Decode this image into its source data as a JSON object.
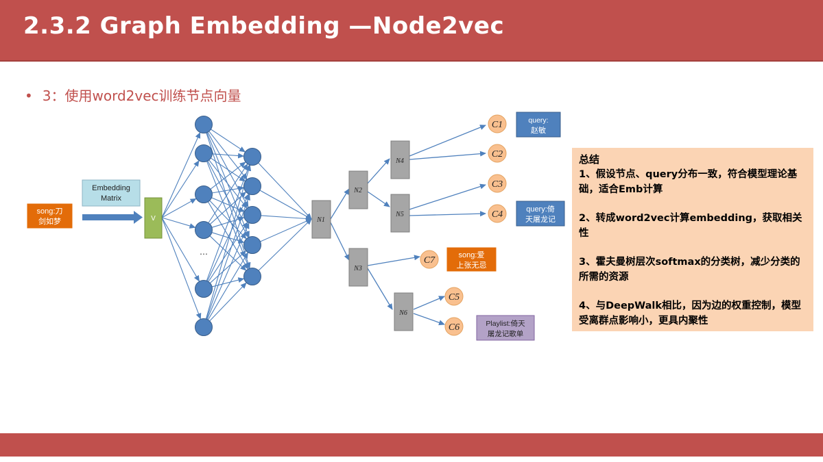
{
  "slide": {
    "title": "2.3.2 Graph Embedding —Node2vec",
    "bullet_text": "3：使用word2vec训练节点向量"
  },
  "diagram": {
    "input_label_line1": "song:刀",
    "input_label_line2": "剑如梦",
    "embedding_line1": "Embedding",
    "embedding_line2": "Matrix",
    "v_label": "V",
    "ellipsis": "…",
    "tree_nodes": [
      "N1",
      "N2",
      "N3",
      "N4",
      "N5",
      "N6"
    ],
    "leaves": [
      "C1",
      "C2",
      "C3",
      "C4",
      "C7",
      "C5",
      "C6"
    ],
    "tag_query1_line1": "query:",
    "tag_query1_line2": "赵敏",
    "tag_query2_line1": "query:倚",
    "tag_query2_line2": "天屠龙记",
    "tag_song_line1": "song:爱",
    "tag_song_line2": "上张无忌",
    "tag_playlist_line1": "Playlist:倚天",
    "tag_playlist_line2": "屠龙记歌单"
  },
  "summary": {
    "title": "总结",
    "items": [
      "1、假设节点、query分布一致，符合模型理论基础，适合Emb计算",
      "2、转成word2vec计算embedding，获取相关性",
      "3、霍夫曼树层次softmax的分类树，减少分类的所需的资源",
      "4、与DeepWalk相比，因为边的权重控制，模型受离群点影响小，更具内聚性"
    ]
  },
  "colors": {
    "accent": "#c0504d",
    "node_fill": "#4f81bd",
    "tree_node_fill": "#a6a6a6",
    "leaf_fill": "#f9c08f",
    "summary_bg": "#fbd4b4",
    "v_box": "#9bbb59",
    "emb_box": "#b7dee8",
    "input_box": "#e36c09",
    "playlist_box": "#b3a2c7"
  }
}
